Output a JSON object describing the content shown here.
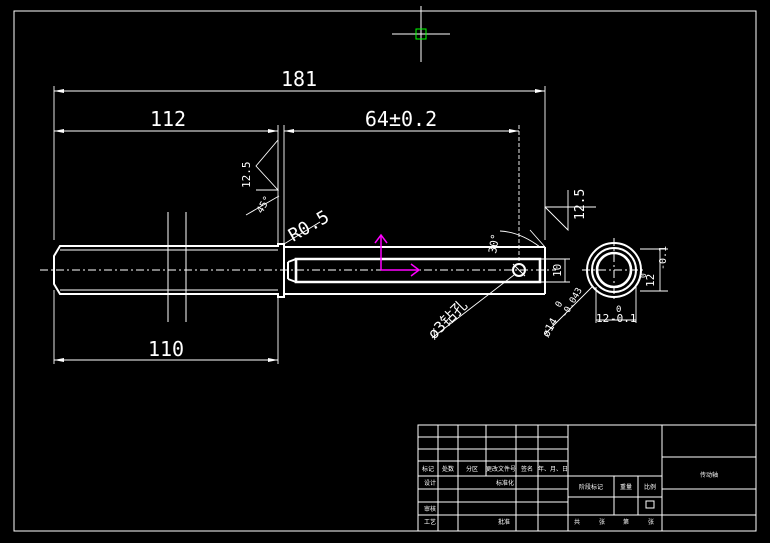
{
  "drawing": {
    "dimensions": {
      "overall_length": "181",
      "left_length": "112",
      "slot_length": "64±0.2",
      "left_shaft_length": "110",
      "fillet_radius": "R0.5",
      "chamfer": "45°",
      "roughness_upper": "12.5",
      "roughness_right": "12.5",
      "cone_angle": "30°",
      "slot_width": "10",
      "pin_hole_note": "ø3钻孔",
      "tube_diameter": "ø14",
      "tube_tol_upper": "0",
      "tube_tol_lower": "-0.043",
      "section_width": "12",
      "section_width_tol": "0",
      "section_width_upper": "-0.1",
      "section_height": "12",
      "section_height_tol": "0",
      "section_height_upper": "-0.1"
    },
    "colors": {
      "background": "#000000",
      "line": "#ffffff",
      "axis": "#ff00ff",
      "cursor": "#00ff00"
    }
  },
  "title_block": {
    "part_name": "传动轴",
    "row_labels": [
      "标记",
      "处数",
      "分区",
      "更改文件号",
      "签名",
      "年、月、日"
    ],
    "design_label": "设计",
    "standardize_label": "标准化",
    "review_label": "审核",
    "process_label": "工艺",
    "approve_label": "批准",
    "stage_label": "阶段标记",
    "weight_label": "重量",
    "scale_label": "比例",
    "sheet_row": [
      "共",
      "张",
      "第",
      "张"
    ]
  }
}
